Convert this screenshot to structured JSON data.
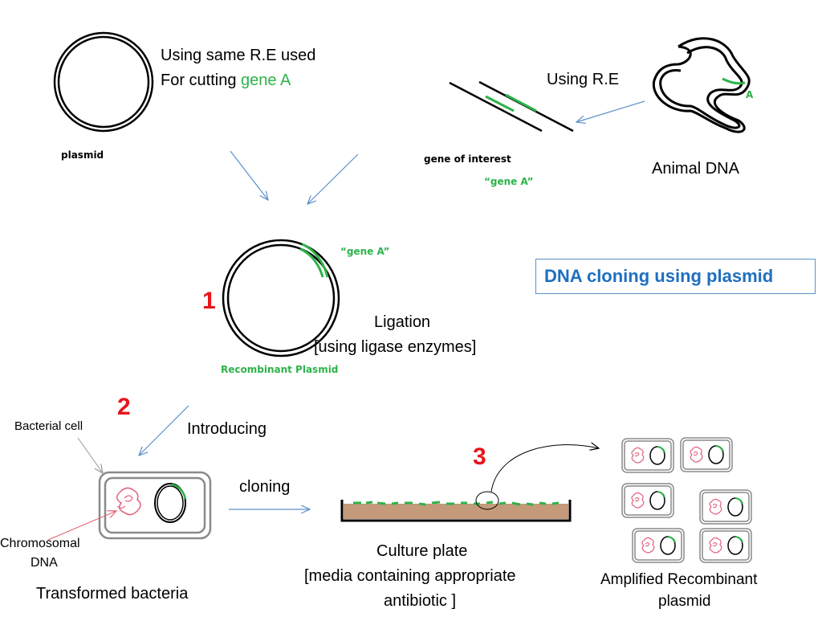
{
  "title": "DNA cloning using plasmid",
  "top": {
    "re_line1": "Using same R.E used",
    "re_line2_prefix": "For cutting ",
    "re_line2_gene": "gene A",
    "plasmid_label": "plasmid",
    "using_re": "Using R.E",
    "gene_of_interest": "gene of interest",
    "gene_a_quote": "“gene A”",
    "animal_dna": "Animal DNA",
    "a_marker": "A"
  },
  "middle": {
    "step_number": "1",
    "gene_a_quote": "“gene A”",
    "ligation": "Ligation",
    "ligase": "[using ligase enzymes]",
    "recombinant_plasmid": "Recombinant Plasmid"
  },
  "bottom": {
    "step2": "2",
    "step3": "3",
    "bacterial_cell": "Bacterial cell",
    "introducing": "Introducing",
    "cloning": "cloning",
    "chromosomal_line1": "Chromosomal",
    "chromosomal_line2": "DNA",
    "transformed_bacteria": "Transformed bacteria",
    "culture_plate": "Culture plate",
    "media_line1": "[media containing appropriate",
    "media_line2": "antibiotic ]",
    "amplified_line1": "Amplified Recombinant",
    "amplified_line2": "plasmid"
  },
  "colors": {
    "gene_green": "#2db34a",
    "arrow_blue": "#5b8fc9",
    "step_red": "#e8151b",
    "title_blue": "#1f6fbf",
    "chromosome_pink": "#e0607a",
    "medium_brown": "#c49a7a"
  }
}
